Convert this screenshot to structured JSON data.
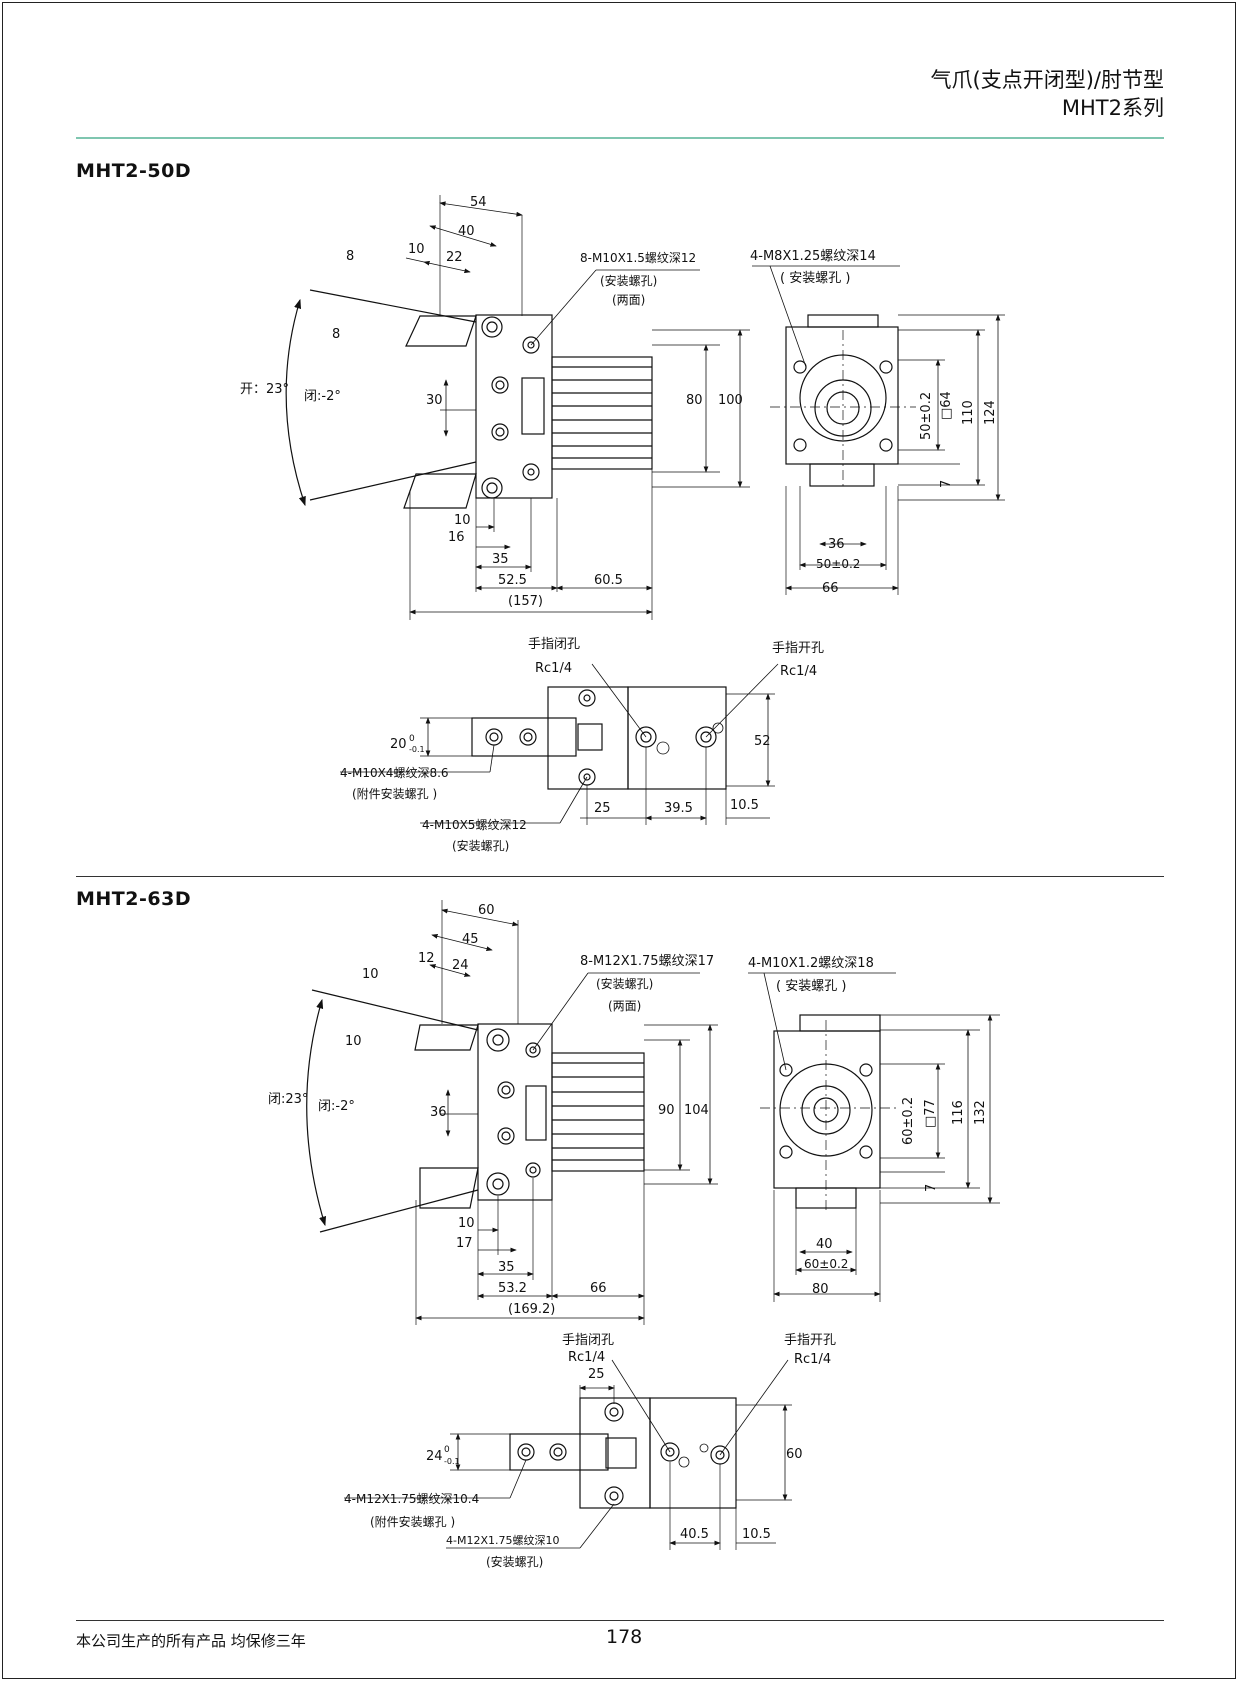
{
  "header": {
    "title_line1": "气爪(支点开闭型)/肘节型",
    "title_line2": "MHT2系列"
  },
  "sections": [
    {
      "label": "MHT2-50D",
      "side": {
        "dims": [
          "54",
          "40",
          "22",
          "10",
          "8",
          "8",
          "30",
          "80",
          "100",
          "10",
          "16",
          "35",
          "52.5",
          "60.5",
          "(157)"
        ],
        "angle_open": "开：23°",
        "angle_close": "闭:-2°",
        "note_holes": "8-M10X1.5螺纹深12",
        "note_sub1": "(安装螺孔)",
        "note_sub2": "(两面)"
      },
      "front": {
        "note": "4-M8X1.25螺纹深14",
        "note_sub": "( 安装螺孔 )",
        "dims": [
          "50±0.2",
          "□64",
          "110",
          "124",
          "7",
          "36",
          "50±0.2",
          "66"
        ]
      },
      "top": {
        "close_port": "手指闭孔",
        "close_rc": "Rc1/4",
        "open_port": "手指开孔",
        "open_rc": "Rc1/4",
        "tol": "20",
        "dims": [
          "52",
          "25",
          "39.5",
          "10.5"
        ],
        "note1": "4-M10X4螺纹深8.6",
        "note1_sub": "(附件安装螺孔 )",
        "note2": "4-M10X5螺纹深12",
        "note2_sub": "(安装螺孔)"
      }
    },
    {
      "label": "MHT2-63D",
      "side": {
        "dims": [
          "60",
          "45",
          "24",
          "12",
          "10",
          "10",
          "36",
          "90",
          "104",
          "10",
          "17",
          "35",
          "53.2",
          "66",
          "(169.2)"
        ],
        "angle_open": "闭:23°",
        "angle_close": "闭:-2°",
        "note_holes": "8-M12X1.75螺纹深17",
        "note_sub1": "(安装螺孔)",
        "note_sub2": "(两面)"
      },
      "front": {
        "note": "4-M10X1.2螺纹深18",
        "note_sub": "( 安装螺孔 )",
        "dims": [
          "60±0.2",
          "□77",
          "116",
          "132",
          "7",
          "40",
          "60±0.2",
          "80"
        ]
      },
      "top": {
        "close_port": "手指闭孔",
        "close_rc": "Rc1/4",
        "open_port": "手指开孔",
        "open_rc": "Rc1/4",
        "tol": "24",
        "dims": [
          "60",
          "25",
          "40.5",
          "10.5"
        ],
        "note1": "4-M12X1.75螺纹深10.4",
        "note1_sub": "(附件安装螺孔 )",
        "note2": "4-M12X1.75螺纹深10",
        "note2_sub": "(安装螺孔)"
      }
    }
  ],
  "footer": {
    "warranty": "本公司生产的所有产品  均保修三年",
    "page": "178"
  }
}
